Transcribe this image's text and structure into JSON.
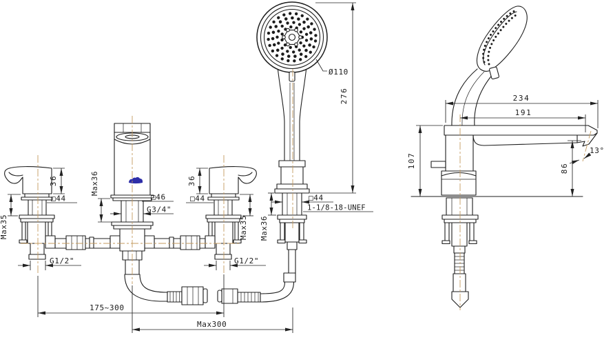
{
  "colors": {
    "line": "#1c1c1c",
    "dim": "#222222",
    "centerline": "#c39a5e",
    "logo": "#2e2ea8",
    "background": "#ffffff"
  },
  "front_view": {
    "left_valve": {
      "handle_height": "36",
      "escutcheon_square": "□44",
      "max_deck_thickness": "Max35",
      "inlet_thread": "G1/2\""
    },
    "spout": {
      "max_deck_thickness": "Max36",
      "escutcheon_square": "□46",
      "shank_thread": "G3/4\""
    },
    "right_valve": {
      "handle_height": "36",
      "escutcheon_square": "□44",
      "max_deck_thickness": "Max35",
      "inlet_thread": "G1/2\""
    },
    "hand_shower": {
      "head_diameter": "Ø110",
      "overall_height": "276",
      "escutcheon_square": "□44",
      "shank_thread": "1-1/8-18-UNEF",
      "max_deck_thickness": "Max36"
    },
    "installation": {
      "valve_center_distance": "175~300",
      "hose_reach": "Max300"
    }
  },
  "side_view": {
    "overall_depth": "234",
    "spout_reach": "191",
    "height_above_deck": "107",
    "outlet_height": "86",
    "outlet_angle": "13°"
  }
}
